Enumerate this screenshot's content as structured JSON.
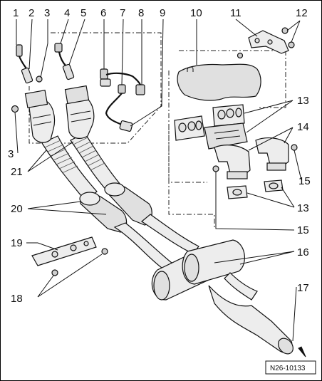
{
  "diagram": {
    "callouts": {
      "c1": "1",
      "c2": "2",
      "c3a": "3",
      "c3b": "3",
      "c4": "4",
      "c5": "5",
      "c6": "6",
      "c7": "7",
      "c8": "8",
      "c9": "9",
      "c10": "10",
      "c11": "11",
      "c12": "12",
      "c13a": "13",
      "c13b": "13",
      "c14": "14",
      "c15a": "15",
      "c15b": "15",
      "c16": "16",
      "c17": "17",
      "c18": "18",
      "c19": "19",
      "c20": "20",
      "c21": "21"
    },
    "reference_code": "N26-10133"
  }
}
